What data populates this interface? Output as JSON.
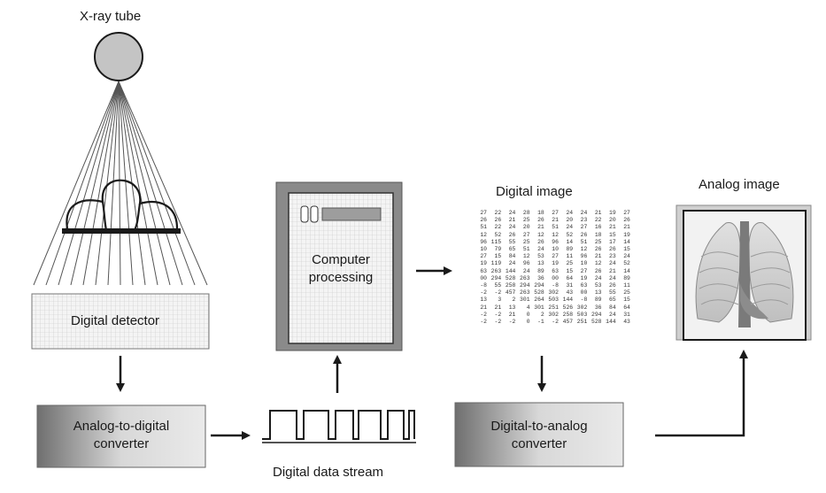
{
  "labels": {
    "xray_tube": "X-ray tube",
    "digital_detector": "Digital detector",
    "adc_line1": "Analog-to-digital",
    "adc_line2": "converter",
    "data_stream": "Digital data stream",
    "computer_line1": "Computer",
    "computer_line2": "processing",
    "digital_image": "Digital image",
    "dac_line1": "Digital-to-analog",
    "dac_line2": "converter",
    "analog_image": "Analog image"
  },
  "matrix": [
    [
      "27",
      "22",
      "24",
      "28",
      "18",
      "27",
      "24",
      "24",
      "21",
      "19",
      "27"
    ],
    [
      "26",
      "26",
      "21",
      "25",
      "26",
      "21",
      "20",
      "23",
      "22",
      "20",
      "26"
    ],
    [
      "51",
      "22",
      "24",
      "20",
      "21",
      "51",
      "24",
      "27",
      "16",
      "21",
      "21"
    ],
    [
      "12",
      "52",
      "26",
      "27",
      "12",
      "12",
      "52",
      "26",
      "18",
      "15",
      "19"
    ],
    [
      "96",
      "115",
      "55",
      "25",
      "26",
      "96",
      "14",
      "51",
      "25",
      "17",
      "14"
    ],
    [
      "10",
      "79",
      "65",
      "51",
      "24",
      "10",
      "89",
      "12",
      "26",
      "26",
      "15"
    ],
    [
      "27",
      "15",
      "84",
      "12",
      "53",
      "27",
      "11",
      "96",
      "21",
      "23",
      "24"
    ],
    [
      "19",
      "119",
      "24",
      "96",
      "13",
      "19",
      "25",
      "10",
      "12",
      "24",
      "52"
    ],
    [
      "63",
      "263",
      "144",
      "24",
      "89",
      "63",
      "15",
      "27",
      "26",
      "21",
      "14"
    ],
    [
      "00",
      "294",
      "528",
      "263",
      "36",
      "00",
      "64",
      "19",
      "24",
      "24",
      "89"
    ],
    [
      "-8",
      "55",
      "258",
      "294",
      "294",
      "-8",
      "31",
      "63",
      "53",
      "26",
      "11"
    ],
    [
      "-2",
      "-2",
      "457",
      "263",
      "528",
      "302",
      "43",
      "00",
      "13",
      "55",
      "25"
    ],
    [
      "13",
      "3",
      "2",
      "301",
      "264",
      "503",
      "144",
      "-8",
      "89",
      "65",
      "15"
    ],
    [
      "21",
      "21",
      "13",
      "4",
      "301",
      "251",
      "526",
      "302",
      "36",
      "84",
      "64"
    ],
    [
      "-2",
      "-2",
      "21",
      "0",
      "2",
      "302",
      "258",
      "503",
      "294",
      "24",
      "31"
    ],
    [
      "-2",
      "-2",
      "-2",
      "0",
      "-1",
      "-2",
      "457",
      "251",
      "528",
      "144",
      "43"
    ]
  ]
}
